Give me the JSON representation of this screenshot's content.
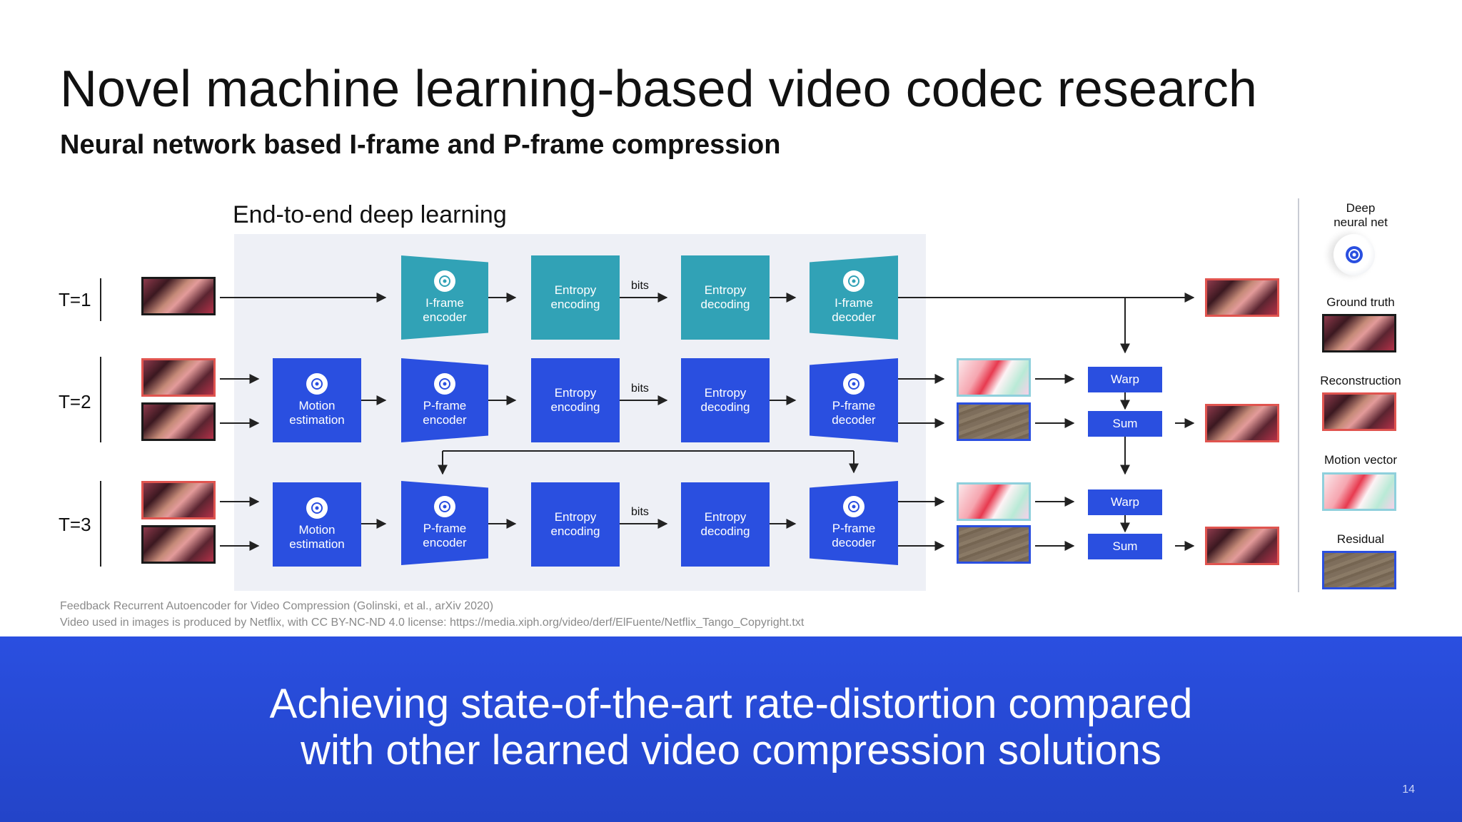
{
  "title": "Novel machine learning-based video codec research",
  "subtitle": "Neural network based I-frame and P-frame compression",
  "section_label": "End-to-end deep learning",
  "rows": [
    {
      "label": "T=1"
    },
    {
      "label": "T=2"
    },
    {
      "label": "T=3"
    }
  ],
  "blocks": {
    "iframe_encoder": "I-frame\nencoder",
    "iframe_decoder": "I-frame\ndecoder",
    "pframe_encoder": "P-frame\nencoder",
    "pframe_decoder": "P-frame\ndecoder",
    "motion_estimation": "Motion\nestimation",
    "entropy_encoding": "Entropy\nencoding",
    "entropy_decoding": "Entropy\ndecoding",
    "bits": "bits",
    "warp": "Warp",
    "sum": "Sum"
  },
  "legend": {
    "deep_neural_net": "Deep\nneural net",
    "ground_truth": "Ground truth",
    "reconstruction": "Reconstruction",
    "motion_vector": "Motion vector",
    "residual": "Residual"
  },
  "footnotes": [
    "Feedback Recurrent Autoencoder for Video Compression (Golinski, et al., arXiv 2020)",
    "Video used in images is produced by Netflix, with CC BY-NC-ND 4.0 license: https://media.xiph.org/video/derf/ElFuente/Netflix_Tango_Copyright.txt"
  ],
  "banner": "Achieving state-of-the-art rate-distortion compared\nwith other learned video compression solutions",
  "page_number": "14",
  "colors": {
    "teal_block": "#31a2b6",
    "blue_block": "#2a4fe0",
    "banner": "#2a4fe0",
    "recon_border": "#e0544f",
    "motion_border": "#8fd0dc",
    "residual_border": "#2a4fe0"
  },
  "icons": {
    "neural_net": "brain-icon"
  }
}
